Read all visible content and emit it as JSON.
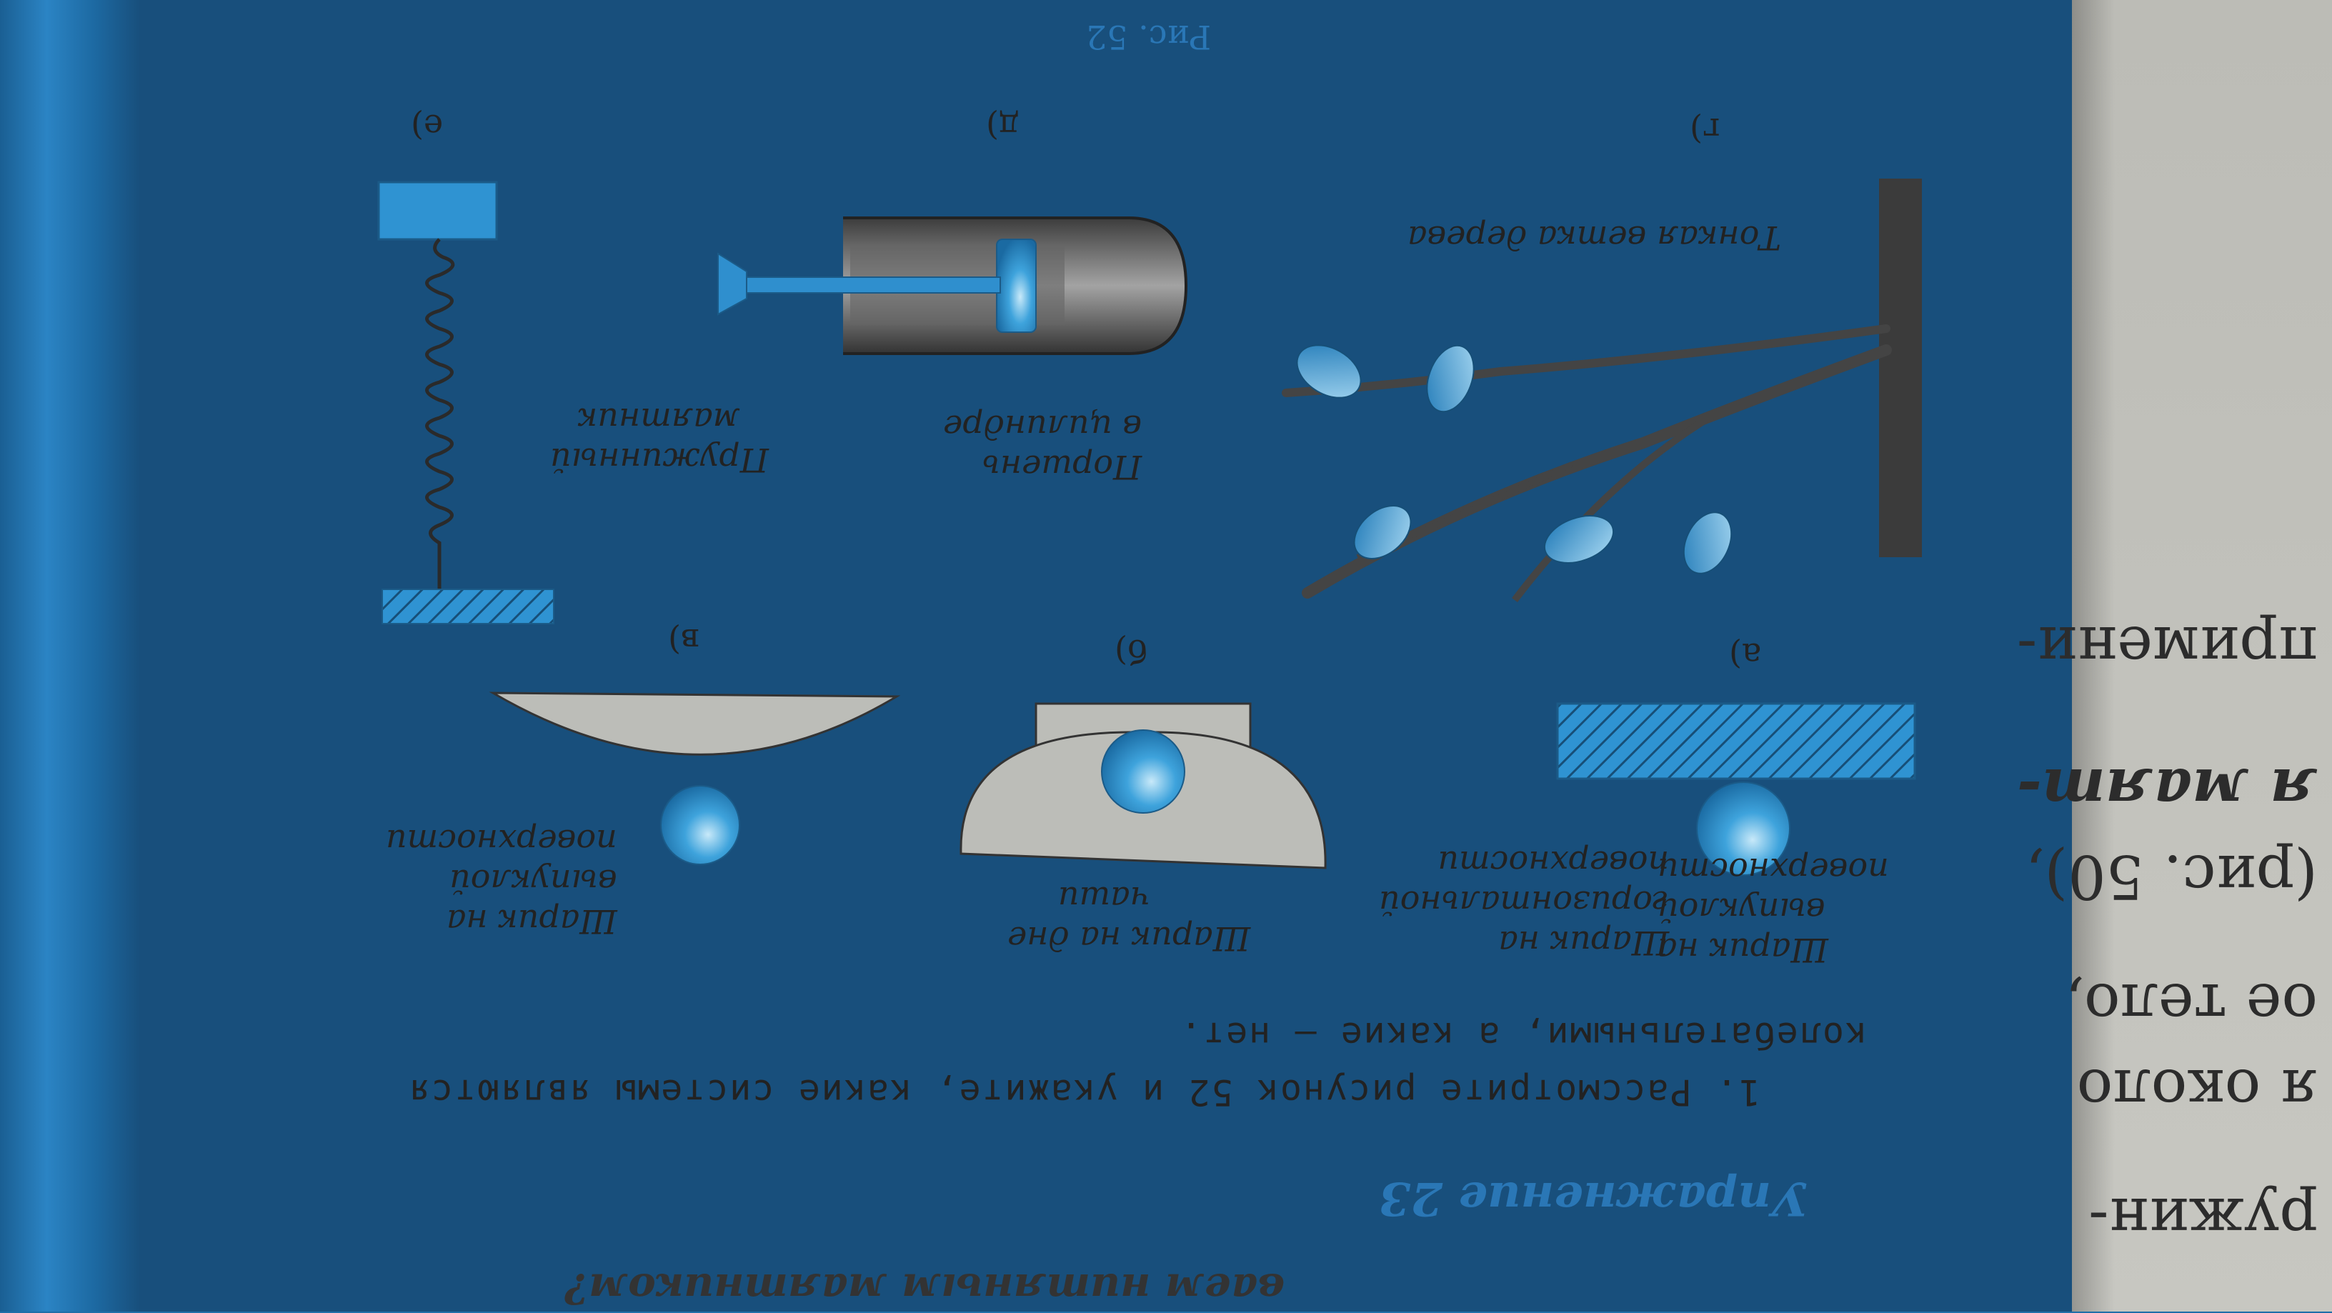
{
  "page": {
    "top_cut_text": "ваем нитяным маятником?",
    "exercise_title": "Упражнение 23",
    "task_lines": [
      "1. Рассмотрите рисунок 52 и укажите, какие системы являются",
      "колебательными, а какие — нет."
    ],
    "figure": {
      "label": "Рис. 52",
      "panels": [
        {
          "letter": "а)",
          "caption_lines": [
            "Шарик на",
            "выпуклой",
            "поверхности"
          ]
        },
        {
          "letter": "б)",
          "caption_lines": [
            "Шарик на",
            "горизонтальной",
            "поверхности"
          ]
        },
        {
          "letter": "в)",
          "caption_lines": [
            "Шарик на дне",
            "чаши"
          ]
        },
        {
          "letter": "г)",
          "caption_lines": [
            "Тонкая ветка дерева"
          ]
        },
        {
          "letter": "д)",
          "caption_lines": [
            "Поршень",
            "в цилиндре"
          ]
        },
        {
          "letter": "е)",
          "caption_lines": [
            "Пружинный",
            "маятник"
          ]
        }
      ]
    },
    "right_page_fragments": [
      "примени-",
      "я маят-",
      "(рис. 50),",
      "ое тело,",
      "я около",
      "ружин-"
    ]
  },
  "colors": {
    "accent_blue": "#2a8fd0",
    "text": "#222222",
    "page": "#cbccc6"
  }
}
